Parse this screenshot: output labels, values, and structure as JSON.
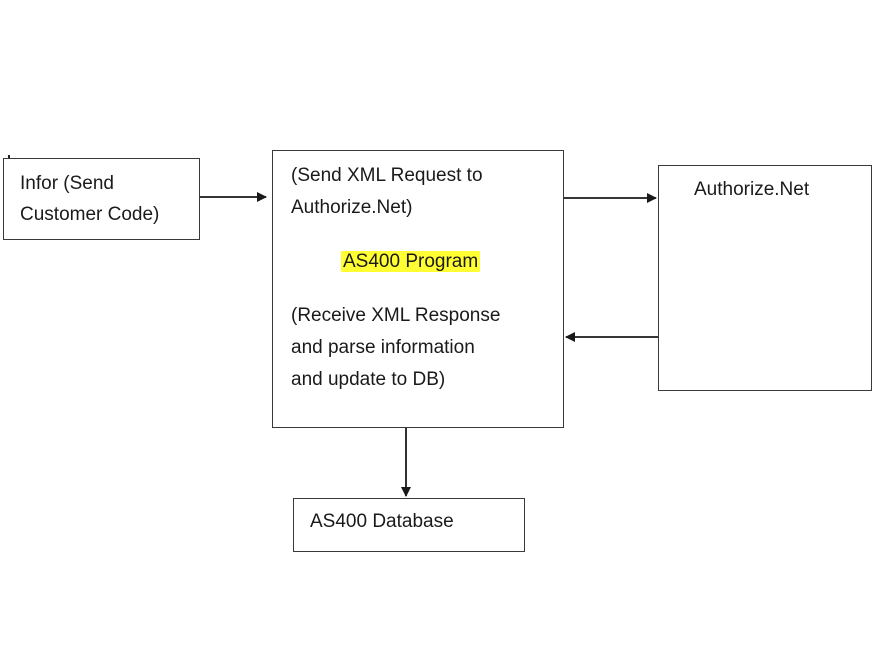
{
  "nodes": {
    "infor": {
      "line1": "Infor (Send",
      "line2": "Customer Code)"
    },
    "program": {
      "send_line1": "(Send XML Request to",
      "send_line2": "Authorize.Net)",
      "title": "AS400 Program",
      "receive_line1": "(Receive XML Response",
      "receive_line2": "and parse information",
      "receive_line3": "and update to DB)"
    },
    "authorize": {
      "label": "Authorize.Net"
    },
    "database": {
      "label": "AS400 Database"
    }
  },
  "colors": {
    "highlight": "#ffff33",
    "border": "#3a3a3a",
    "arrow": "#1a1a1a"
  }
}
